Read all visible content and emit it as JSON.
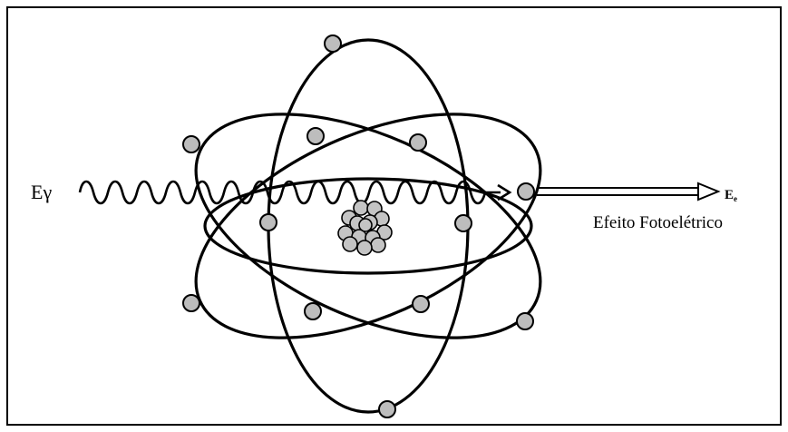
{
  "labels": {
    "incoming_photon": "Eγ",
    "ejected_electron_energy_main": "E",
    "ejected_electron_energy_subscript": "e",
    "effect_name": "Efeito Fotoelétrico"
  },
  "colors": {
    "line": "#000000",
    "electron_fill": "#bdbdbd",
    "nucleus_fill": "#c4c4c4",
    "background": "#ffffff"
  }
}
